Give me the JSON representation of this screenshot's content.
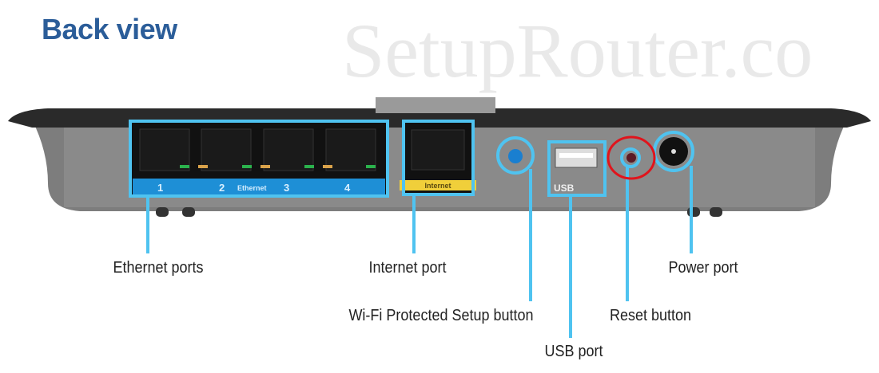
{
  "title": "Back view",
  "watermark": "SetupRouter.co",
  "port_markings": {
    "eth1": "1",
    "eth2": "2",
    "ethernet": "Ethernet",
    "eth3": "3",
    "eth4": "4",
    "internet": "Internet",
    "usb": "USB"
  },
  "callouts": {
    "ethernet_ports": "Ethernet ports",
    "internet_port": "Internet port",
    "wps_button": "Wi-Fi Protected Setup button",
    "usb_port": "USB port",
    "reset_button": "Reset button",
    "power_port": "Power port"
  },
  "colors": {
    "highlight": "#4fc3f0",
    "reset_highlight": "#e0141c",
    "title": "#2b5d99"
  }
}
